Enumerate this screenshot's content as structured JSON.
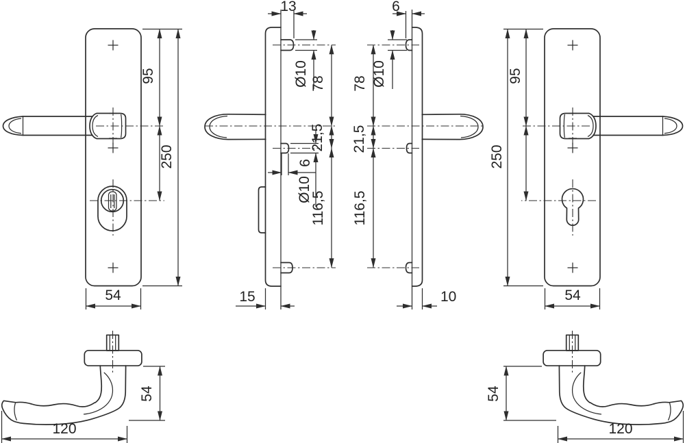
{
  "drawing": {
    "type": "technical-drawing",
    "subject": "security-door-handle-plate-set",
    "unit": "mm",
    "colors": {
      "line": "#2e2e2e",
      "background": "#ffffff"
    },
    "views": {
      "front_left": {
        "name": "left-plate-front-view",
        "dims": {
          "top_to_handle": "95",
          "height": "250",
          "width": "54"
        }
      },
      "side_left": {
        "name": "left-plate-side-view",
        "dims": {
          "bolt_protrusion": "13",
          "top_bolt_dia": "Ø10",
          "handle_to_top_bolt": "78",
          "handle_to_spindle": "21,5",
          "spindle_width": "6",
          "mid_bolt_dia": "Ø10",
          "spindle_to_bottom_bolt": "116,5",
          "thickness": "15"
        }
      },
      "side_right": {
        "name": "right-plate-side-view",
        "dims": {
          "bolt_protrusion": "6",
          "top_bolt_dia": "Ø10",
          "handle_to_top_bolt": "78",
          "handle_to_spindle": "21,5",
          "spindle_to_bottom_bolt": "116,5",
          "thickness": "10"
        }
      },
      "front_right": {
        "name": "right-plate-front-view",
        "dims": {
          "top_to_handle": "95",
          "height": "250",
          "width": "54"
        }
      },
      "handle_left": {
        "name": "left-lever-handle-view",
        "dims": {
          "height": "54",
          "length": "120"
        }
      },
      "handle_right": {
        "name": "right-lever-handle-view",
        "dims": {
          "height": "54",
          "length": "120"
        }
      }
    }
  }
}
